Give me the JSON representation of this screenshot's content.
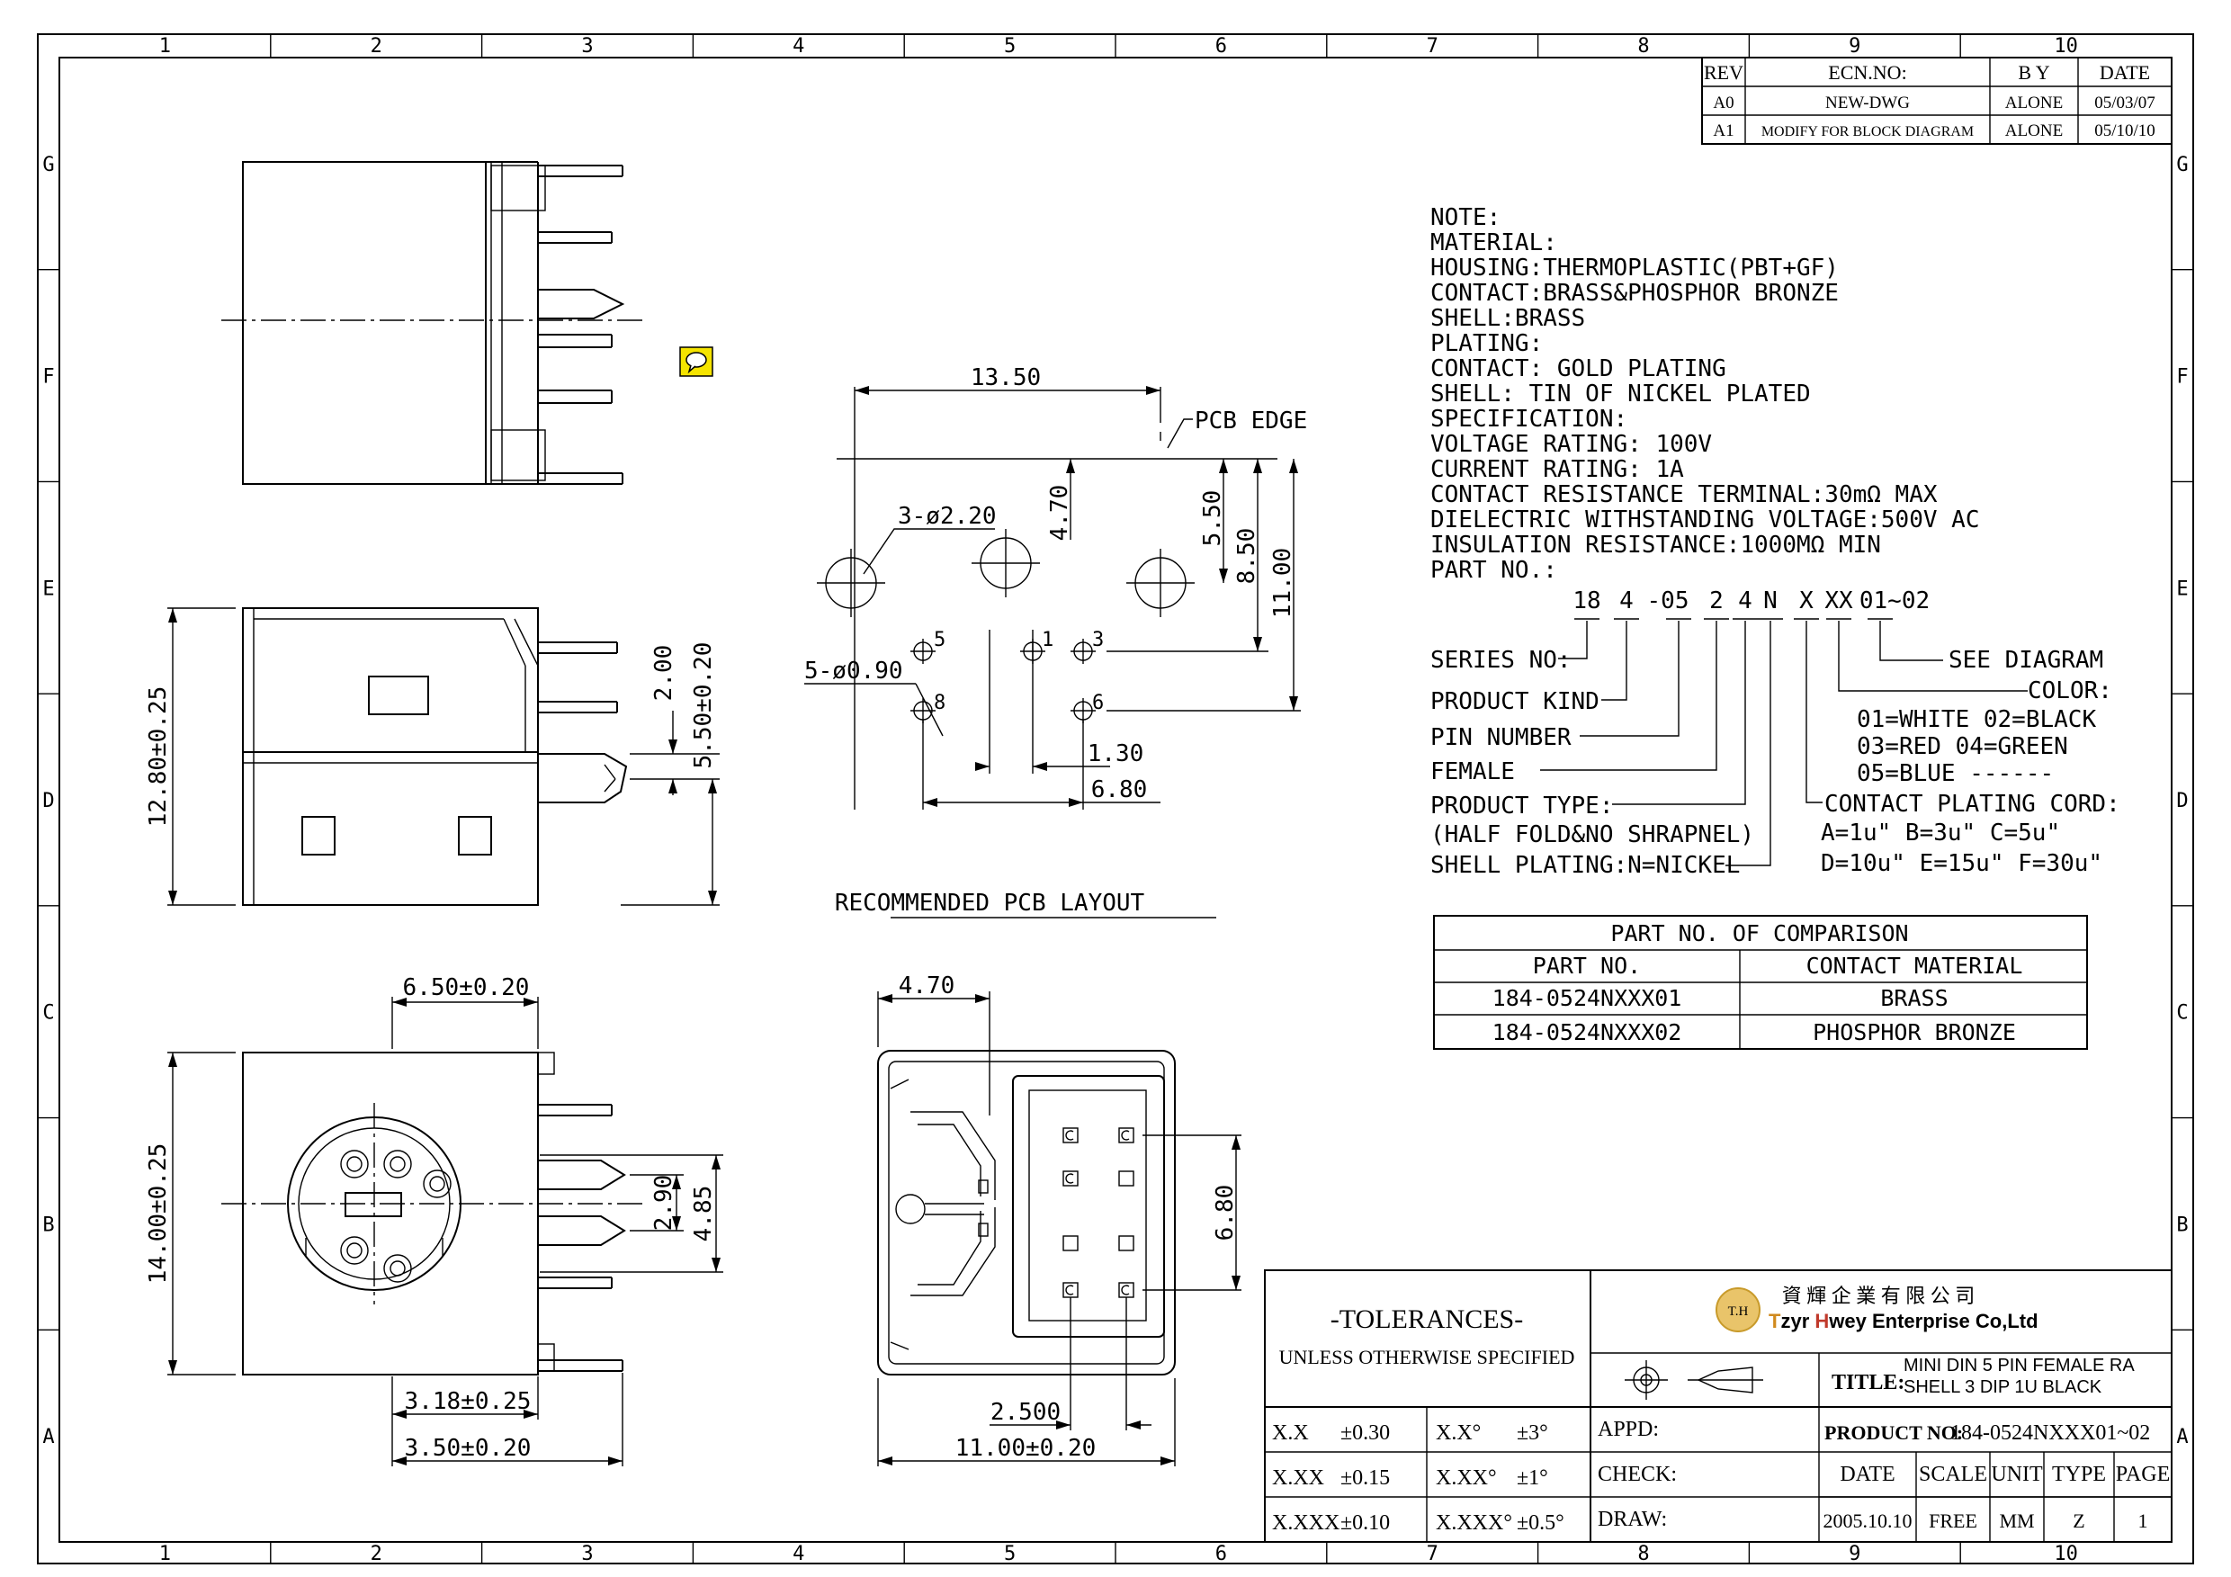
{
  "border": {
    "columns": [
      "1",
      "2",
      "3",
      "4",
      "5",
      "6",
      "7",
      "8",
      "9",
      "10"
    ],
    "rows": [
      "G",
      "F",
      "E",
      "D",
      "C",
      "B",
      "A"
    ]
  },
  "revisions": {
    "headers": [
      "REV",
      "ECN.NO:",
      "B Y",
      "DATE"
    ],
    "rows": [
      {
        "rev": "A0",
        "ecn": "NEW-DWG",
        "by": "ALONE",
        "date": "05/03/07"
      },
      {
        "rev": "A1",
        "ecn": "MODIFY FOR BLOCK DIAGRAM",
        "by": "ALONE",
        "date": "05/10/10"
      }
    ]
  },
  "notes": [
    "NOTE:",
    "MATERIAL:",
    "HOUSING:THERMOPLASTIC(PBT+GF)",
    "CONTACT:BRASS&PHOSPHOR BRONZE",
    "SHELL:BRASS",
    "PLATING:",
    "CONTACT: GOLD PLATING",
    "SHELL: TIN OF NICKEL PLATED",
    "SPECIFICATION:",
    "VOLTAGE RATING: 100V",
    "CURRENT RATING: 1A",
    "CONTACT RESISTANCE TERMINAL:30mΩ MAX",
    "DIELECTRIC WITHSTANDING VOLTAGE:500V AC",
    "INSULATION RESISTANCE:1000MΩ MIN",
    "PART NO.:"
  ],
  "part_code": {
    "segments": [
      "18",
      "4",
      "-05",
      "2",
      "4",
      "N",
      "X",
      "XX",
      "01~02"
    ],
    "left_labels": [
      "SERIES NO:",
      "PRODUCT KIND",
      "PIN NUMBER",
      "FEMALE",
      "PRODUCT TYPE:",
      "(HALF FOLD&NO SHRAPNEL)",
      "SHELL PLATING:N=NICKEL"
    ],
    "see_diagram": "SEE DIAGRAM",
    "color_title": "COLOR:",
    "color_lines": [
      "01=WHITE 02=BLACK",
      "03=RED 04=GREEN",
      "05=BLUE ------"
    ],
    "plating_title": "CONTACT PLATING CORD:",
    "plating_lines": [
      "A=1u\" B=3u\" C=5u\"",
      "D=10u\" E=15u\" F=30u\""
    ]
  },
  "comparison": {
    "title": "PART NO. OF COMPARISON",
    "headers": [
      "PART NO.",
      "CONTACT MATERIAL"
    ],
    "rows": [
      [
        "184-0524NXXX01",
        "BRASS"
      ],
      [
        "184-0524NXXX02",
        "PHOSPHOR BRONZE"
      ]
    ]
  },
  "pcb_layout": {
    "caption": "RECOMMENDED PCB LAYOUT",
    "dims": {
      "width": "13.50",
      "pcb_edge": "PCB EDGE",
      "holes_large": "3-ø2.20",
      "holes_small": "5-ø0.90",
      "d470": "4.70",
      "d550": "5.50",
      "d850": "8.50",
      "d1100": "11.00",
      "d130": "1.30",
      "d680": "6.80"
    },
    "pin_labels": [
      "5",
      "1",
      "3",
      "8",
      "6"
    ]
  },
  "side_view": {
    "height": "12.80±0.25",
    "d200": "2.00",
    "d550": "5.50±0.20"
  },
  "front_view": {
    "top": "6.50±0.20",
    "height": "14.00±0.25",
    "d290": "2.90",
    "d485": "4.85",
    "d318": "3.18±0.25",
    "d350": "3.50±0.20"
  },
  "rear_view": {
    "top": "4.70",
    "d680": "6.80",
    "d2500": "2.500",
    "width": "11.00±0.20"
  },
  "title_block": {
    "tolerances": "-TOLERANCES-",
    "unless": "UNLESS OTHERWISE SPECIFIED",
    "tol_rows": [
      [
        "X.X",
        "±0.30",
        "X.X°",
        "±3°"
      ],
      [
        "X.XX",
        "±0.15",
        "X.XX°",
        "±1°"
      ],
      [
        "X.XXX",
        "±0.10",
        "X.XXX°",
        "±0.5°"
      ]
    ],
    "company_cn": "資 輝 企 業 有 限 公 司",
    "logo_text": "T.H",
    "company_en_1": "T",
    "company_en_2": "zyr ",
    "company_en_3": "H",
    "company_en_4": "wey Enterprise Co,Ltd",
    "title_label": "TITLE:",
    "title_1": "MINI DIN 5 PIN FEMALE RA",
    "title_2": "SHELL 3 DIP 1U BLACK",
    "appd": "APPD:",
    "check": "CHECK:",
    "draw": "DRAW:",
    "product_no_label": "PRODUCT NO:",
    "product_no": "184-0524NXXX01~02",
    "hdr": [
      "DATE",
      "SCALE",
      "UNIT",
      "TYPE",
      "PAGE"
    ],
    "vals": [
      "2005.10.10",
      "FREE",
      "MM",
      "Z",
      "1"
    ]
  },
  "colors": {
    "comment_marker": "#f5e400"
  }
}
